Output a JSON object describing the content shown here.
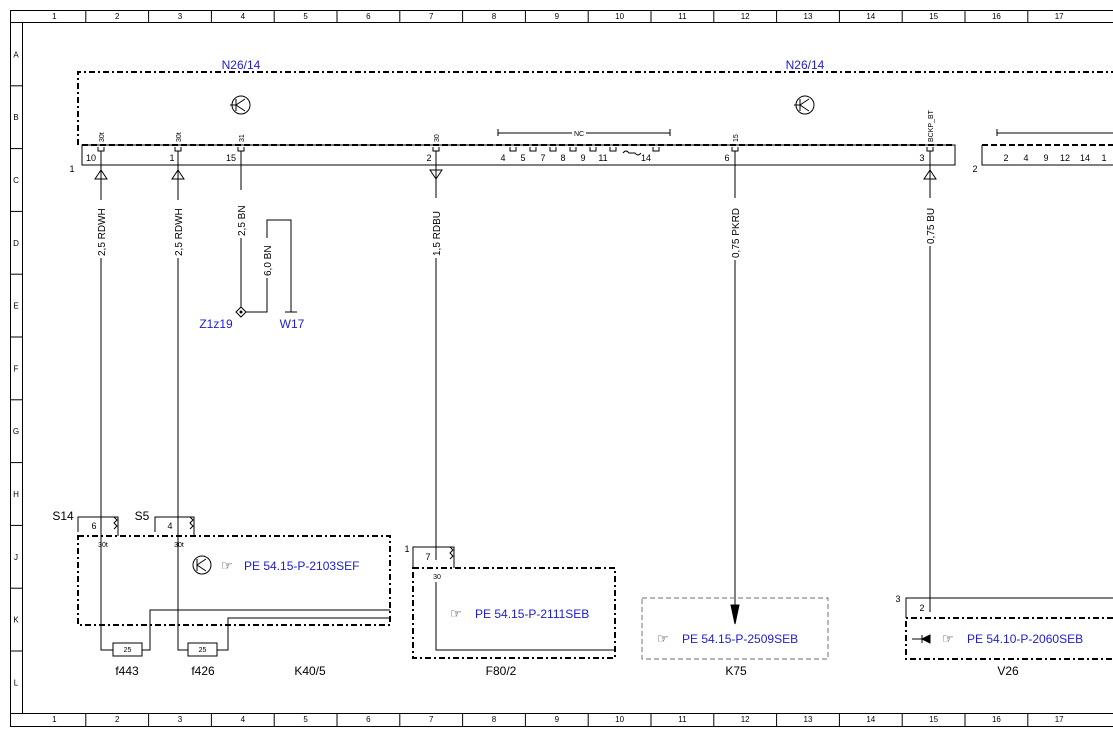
{
  "grid": {
    "columns": [
      "1",
      "2",
      "3",
      "4",
      "5",
      "6",
      "7",
      "8",
      "9",
      "10",
      "11",
      "12",
      "13",
      "14",
      "15",
      "16",
      "17"
    ],
    "rows": [
      "A",
      "B",
      "C",
      "D",
      "E",
      "F",
      "G",
      "H",
      "J",
      "K",
      "L"
    ]
  },
  "module": {
    "label_left": "N26/14",
    "label_right": "N26/14",
    "connector1_number": "1",
    "connector2_number": "2",
    "connector1_pins": [
      "10",
      "1",
      "15",
      "2",
      "4",
      "5",
      "7",
      "8",
      "9",
      "11",
      "14",
      "6",
      "3"
    ],
    "connector1_signals": [
      "30t",
      "30t",
      "31",
      "30",
      "15",
      "BCKP_BT"
    ],
    "nc_label": "NC",
    "connector2_pins": [
      "2",
      "4",
      "9",
      "12",
      "14",
      "1"
    ]
  },
  "wires": [
    {
      "label": "2,5 RDWH"
    },
    {
      "label": "2,5 RDWH"
    },
    {
      "label": "2,5 BN"
    },
    {
      "label": "6,0 BN"
    },
    {
      "label": "1,5 RDBU"
    },
    {
      "label": "0,75 PKRD"
    },
    {
      "label": "0,75 BU"
    }
  ],
  "ground_points": {
    "z": "Z1z19",
    "w": "W17"
  },
  "components": {
    "k40": {
      "label": "K40/5",
      "s14": "S14",
      "s14_pin": "6",
      "s5": "S5",
      "s5_pin": "4",
      "pin_signal": "30t",
      "ref": "PE 54.15-P-2103SEF",
      "fuse1_value": "25",
      "fuse1_label": "f443",
      "fuse2_value": "25",
      "fuse2_label": "f426"
    },
    "f80": {
      "label": "F80/2",
      "number": "1",
      "pin": "7",
      "pin_signal": "30",
      "ref": "PE 54.15-P-2111SEB"
    },
    "k75": {
      "label": "K75",
      "ref": "PE 54.15-P-2509SEB"
    },
    "v26": {
      "label": "V26",
      "number": "3",
      "pin": "2",
      "ref": "PE 54.10-P-2060SEB"
    }
  }
}
